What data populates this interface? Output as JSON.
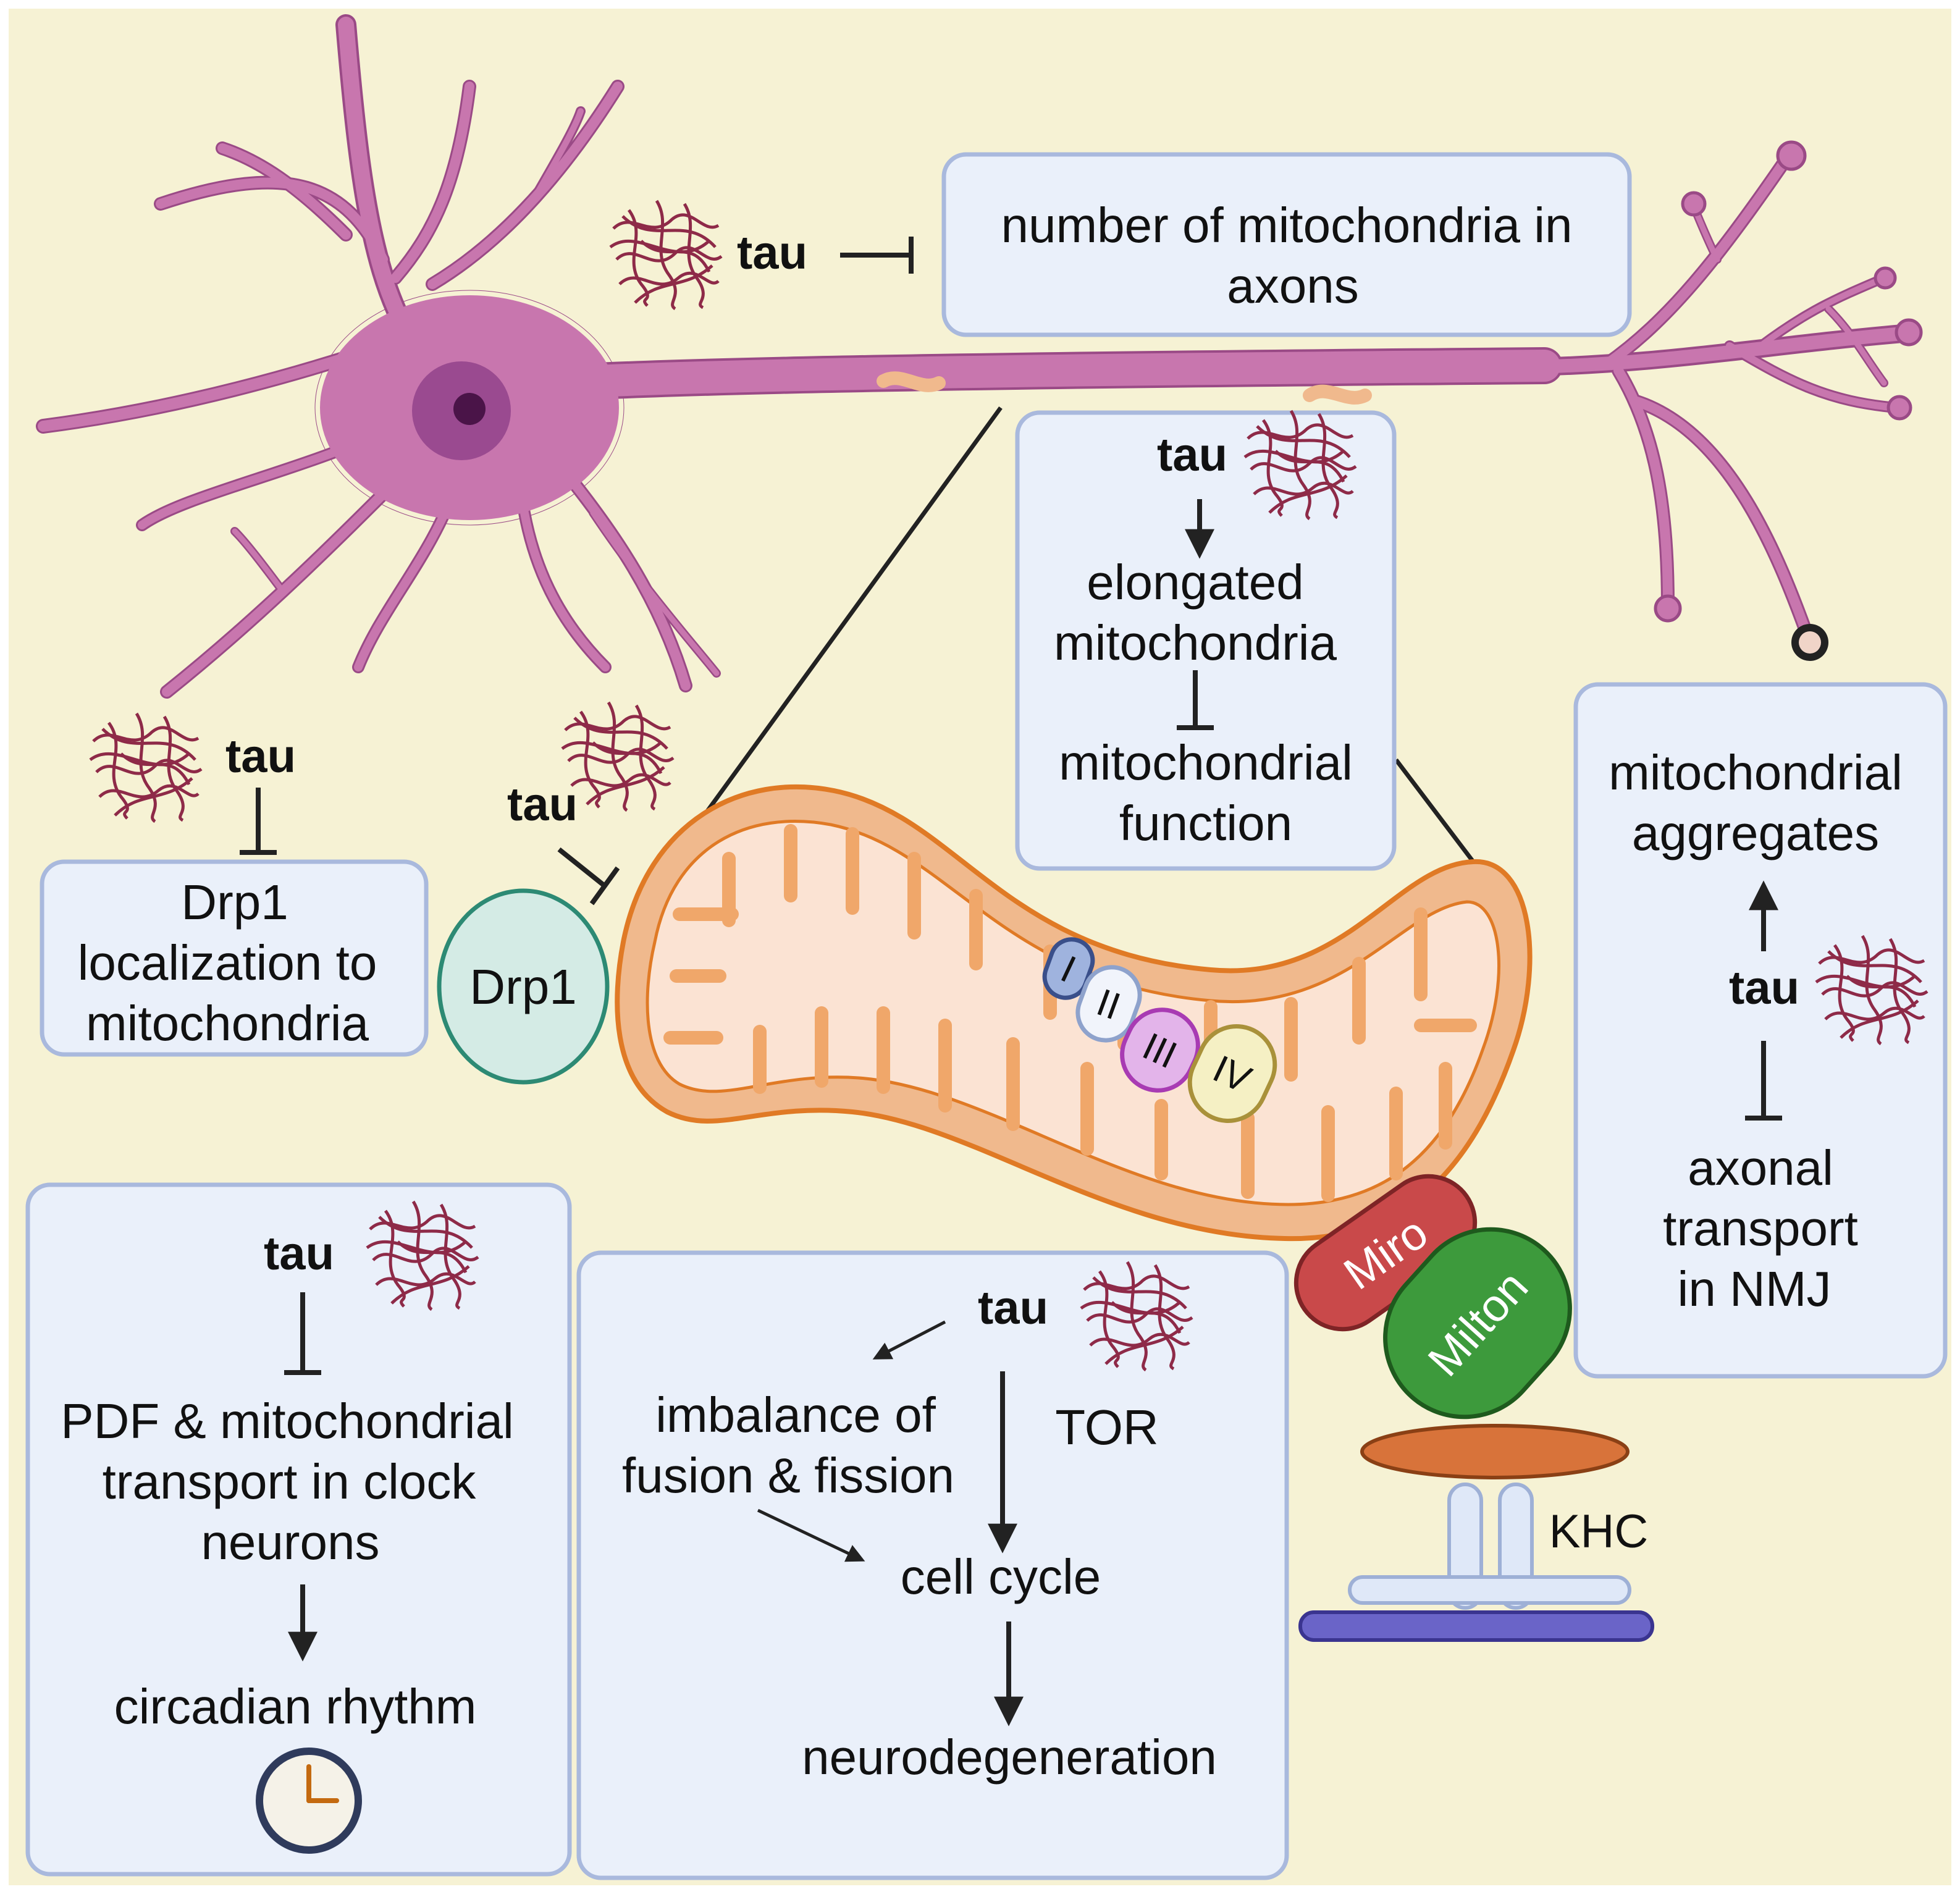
{
  "colors": {
    "background": "#f6f2d4",
    "neuron": "#c876ae",
    "neuron_stroke": "#9a4a86",
    "nucleus": "#9a4a90",
    "nucleolus": "#4a1448",
    "box_fill": "#eaf0fa",
    "box_stroke": "#a9b9dd",
    "mito_outer": "#f0b98d",
    "mito_stroke": "#e07a25",
    "mito_inner": "#fbe3d3",
    "drp1": "#d4ebe5",
    "drp1_stroke": "#2d8a74",
    "tau": "#8e2a48",
    "miro": "#c9494a",
    "milton": "#3d9a3c",
    "adaptor": "#d8733a",
    "khc": "#dfe8f8",
    "microtubule": "#6a64c8",
    "arrow": "#222222"
  },
  "icons": [
    "tau-aggregate-icon",
    "clock-icon",
    "mitochondrion-icon"
  ],
  "labels": {
    "tau": "tau",
    "drp1_protein": "Drp1",
    "complex_i": "I",
    "complex_ii": "II",
    "complex_iii": "III",
    "complex_iv": "IV",
    "miro": "Miro",
    "milton": "Milton",
    "khc": "KHC"
  },
  "boxes": {
    "axon_number": {
      "lines": [
        "number of mitochondria in",
        "axons"
      ]
    },
    "elongation": {
      "step1": [
        "elongated",
        "mitochondria"
      ],
      "step2": [
        "mitochondrial",
        "function"
      ]
    },
    "drp1_localization": {
      "lines": [
        "Drp1",
        "localization to",
        "mitochondria"
      ]
    },
    "nmj": {
      "top": [
        "mitochondrial",
        "aggregates"
      ],
      "bottom": [
        "axonal",
        "transport",
        "in NMJ"
      ]
    },
    "clock": {
      "step1": [
        "PDF & mitochondrial",
        "transport in clock",
        "neurons"
      ],
      "step2": [
        "circadian rhythm"
      ]
    },
    "neuro": {
      "imbalance": [
        "imbalance of",
        "fusion & fission"
      ],
      "tor": "TOR",
      "cell_cycle": "cell cycle",
      "neurodegeneration": "neurodegeneration"
    }
  }
}
